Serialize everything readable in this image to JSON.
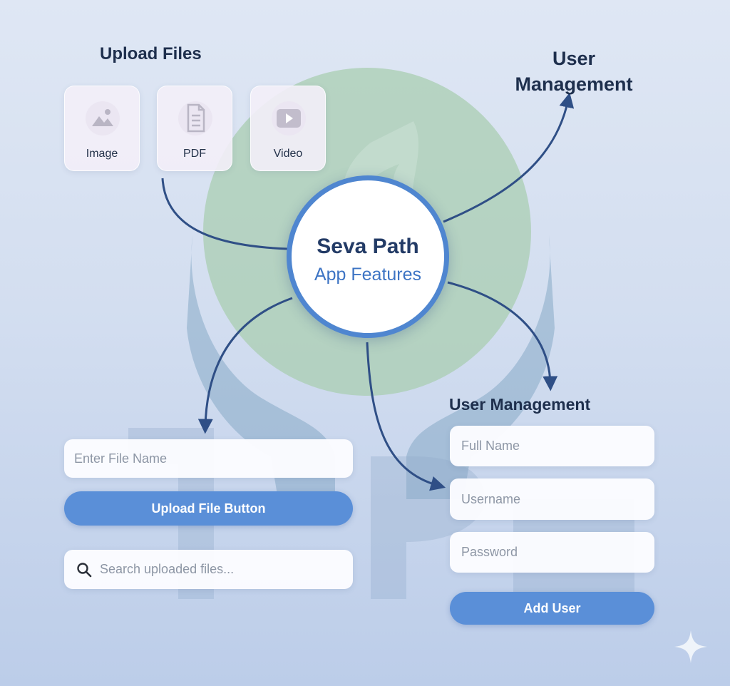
{
  "upload": {
    "title": "Upload Files",
    "tiles": [
      {
        "label": "Image",
        "icon": "image-icon"
      },
      {
        "label": "PDF",
        "icon": "pdf-document-icon"
      },
      {
        "label": "Video",
        "icon": "video-play-icon"
      }
    ]
  },
  "hub": {
    "title": "Seva Path",
    "subtitle": "App Features"
  },
  "user_management_top": {
    "line1": "User",
    "line2": "Management"
  },
  "file_form": {
    "name_placeholder": "Enter File Name",
    "upload_button": "Upload File Button",
    "search_placeholder": "Search uploaded files...",
    "search_icon": "search-icon"
  },
  "user_form": {
    "title": "User Management",
    "full_name_placeholder": "Full Name",
    "username_placeholder": "Username",
    "password_placeholder": "Password",
    "add_button": "Add User"
  },
  "colors": {
    "accent": "#4f86d0",
    "button": "#5a8fd8",
    "arrow": "#2f4f86",
    "heading": "#1e2f4d"
  }
}
